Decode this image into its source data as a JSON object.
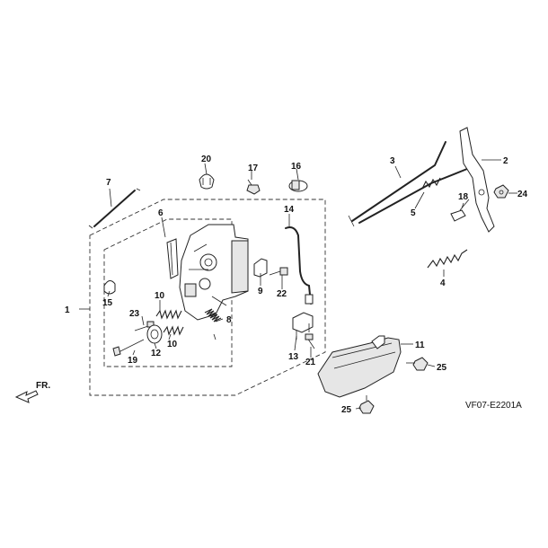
{
  "diagram_code": "VF07-E2201A",
  "front_label": "FR.",
  "callouts": {
    "c1": "1",
    "c2": "2",
    "c3": "3",
    "c4": "4",
    "c5": "5",
    "c6": "6",
    "c7": "7",
    "c8": "8",
    "c9": "9",
    "c10a": "10",
    "c10b": "10",
    "c11": "11",
    "c12": "12",
    "c13": "13",
    "c14": "14",
    "c15": "15",
    "c16": "16",
    "c17": "17",
    "c18": "18",
    "c19": "19",
    "c20": "20",
    "c21": "21",
    "c22": "22",
    "c23": "23",
    "c24": "24",
    "c25a": "25",
    "c25b": "25"
  }
}
